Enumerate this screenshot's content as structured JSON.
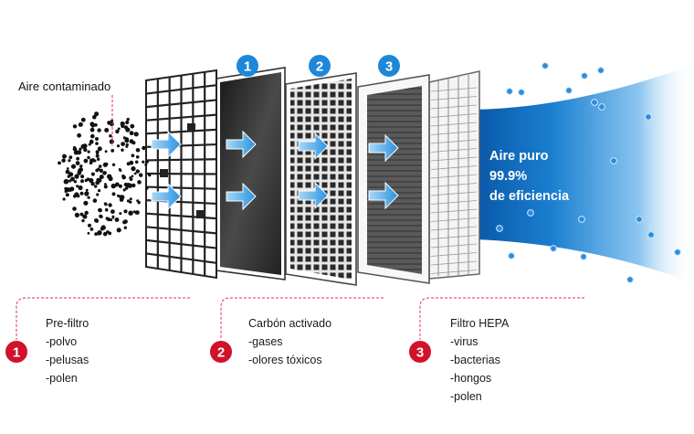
{
  "input_label": "Aire contaminado",
  "output_lines": [
    "Aire puro",
    "99.9%",
    "de eficiencia"
  ],
  "stage_numbers": [
    "1",
    "2",
    "3"
  ],
  "legend": [
    {
      "number": "1",
      "title": "Pre-filtro",
      "items": [
        "-polvo",
        "-pelusas",
        "-polen"
      ]
    },
    {
      "number": "2",
      "title": "Carbón activado",
      "items": [
        "-gases",
        "-olores tóxicos"
      ]
    },
    {
      "number": "3",
      "title": "Filtro HEPA",
      "items": [
        "-virus",
        "-bacterias",
        "-hongos",
        "-polen"
      ]
    }
  ],
  "colors": {
    "stage_circle": "#1e88d8",
    "legend_circle": "#d0122a",
    "arrow": "#3ba3e8",
    "clean_air": "#0d63b5",
    "particle": "#111111",
    "clean_particle": "#2a8de0"
  }
}
